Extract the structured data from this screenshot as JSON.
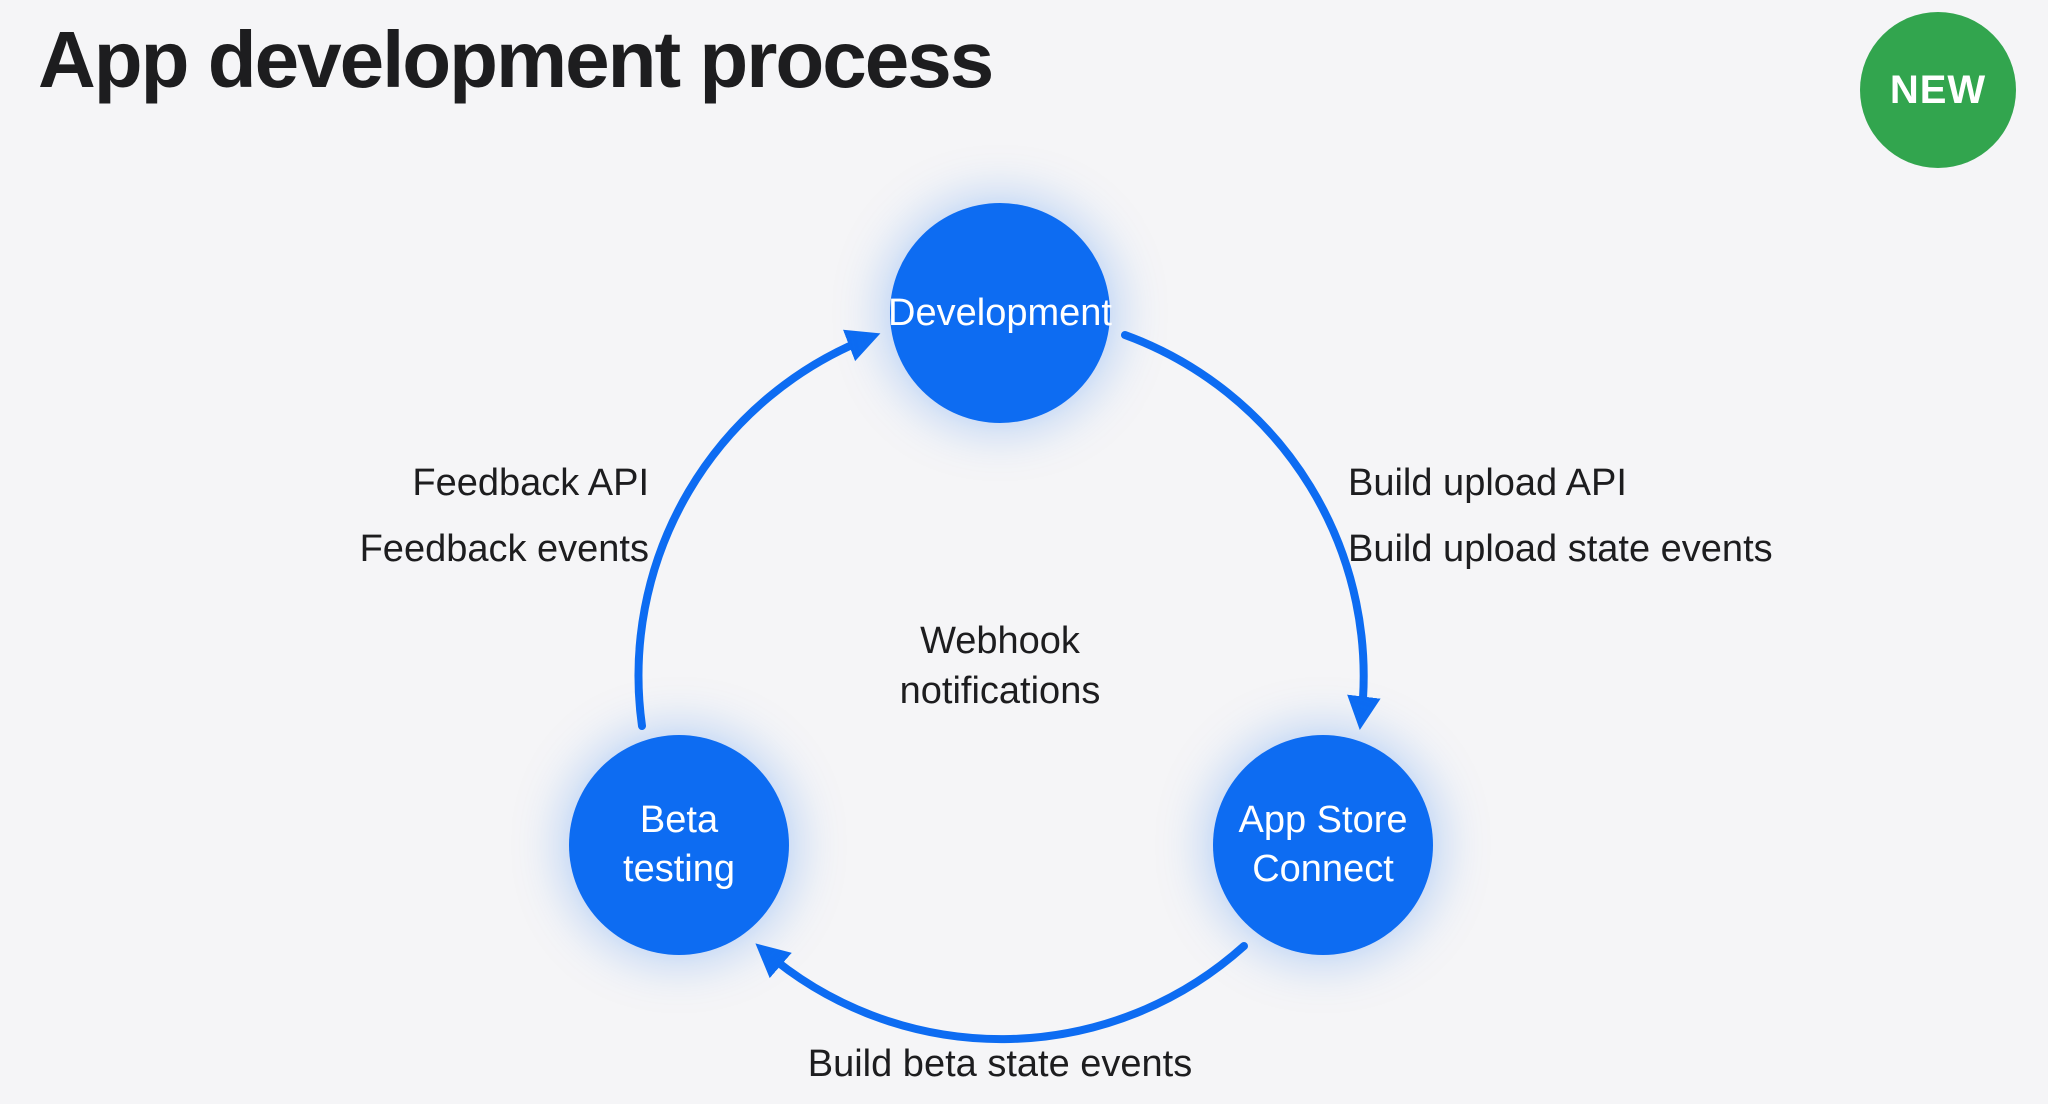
{
  "title": "App development process",
  "badge": {
    "label": "NEW"
  },
  "colors": {
    "accent": "#0d6cf2",
    "badge_green": "#32a54e",
    "background": "#f5f5f7",
    "ink": "#1d1d1f"
  },
  "nodes": {
    "development": {
      "label": "Development"
    },
    "beta_testing": {
      "label": "Beta\ntesting"
    },
    "app_store_connect": {
      "label": "App Store\nConnect"
    }
  },
  "edge_labels": {
    "feedback": {
      "line1": "Feedback API",
      "line2": "Feedback events"
    },
    "build_upload": {
      "line1": "Build upload API",
      "line2": "Build upload state events"
    },
    "build_beta": {
      "line1": "Build beta state events"
    }
  },
  "center_label": {
    "line1": "Webhook",
    "line2": "notifications"
  }
}
